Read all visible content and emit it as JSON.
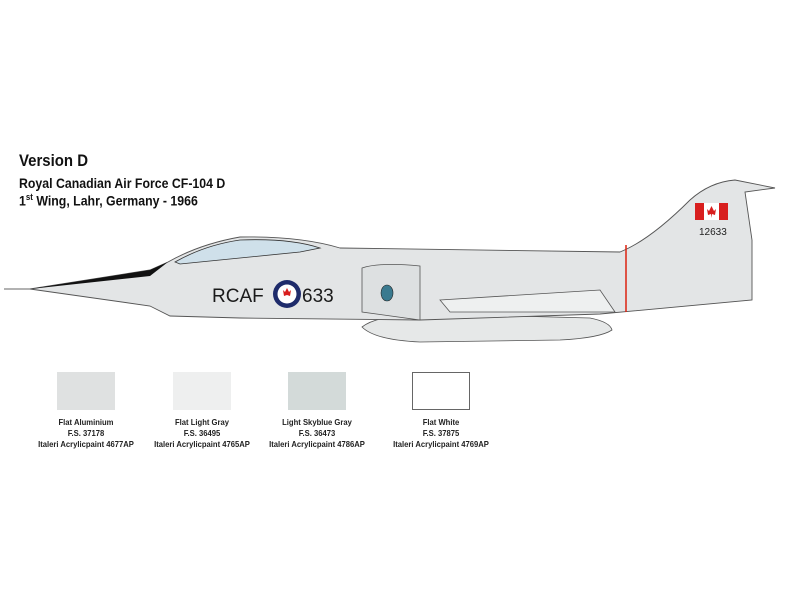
{
  "header": {
    "title": "Version D",
    "subtitle": "Royal Canadian Air Force CF-104 D",
    "unit_prefix": "1",
    "unit_sup": "st",
    "unit_rest": " Wing, Lahr, Germany - 1966"
  },
  "aircraft": {
    "fuselage_marking_left": "RCAF",
    "fuselage_marking_right": "633",
    "tail_serial": "12633"
  },
  "colors": [
    {
      "name": "Flat Aluminium",
      "fs": "F.S. 37178",
      "paint": "Italeri Acrylicpaint 4677AP",
      "hex": "#dfe1e1"
    },
    {
      "name": "Flat Light Gray",
      "fs": "F.S. 36495",
      "paint": "Italeri Acrylicpaint 4765AP",
      "hex": "#eeefef"
    },
    {
      "name": "Light Skyblue Gray",
      "fs": "F.S. 36473",
      "paint": "Italeri Acrylicpaint 4786AP",
      "hex": "#d3dad9"
    },
    {
      "name": "Flat White",
      "fs": "F.S. 37875",
      "paint": "Italeri Acrylicpaint 4769AP",
      "hex": "#ffffff"
    }
  ]
}
